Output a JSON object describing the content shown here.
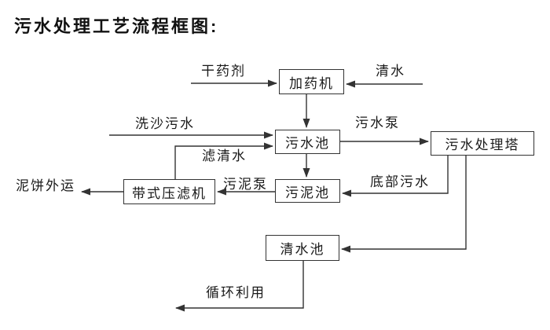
{
  "title": "污水处理工艺流程框图:",
  "diagram": {
    "type": "flowchart",
    "nodes": {
      "dosing_machine": "加药机",
      "sewage_pool": "污水池",
      "treatment_tower": "污水处理塔",
      "belt_filter_press": "带式压滤机",
      "sludge_pool": "污泥池",
      "clean_water_pool": "清水池"
    },
    "flow_labels": {
      "dry_agent": "干药剂",
      "clean_water": "清水",
      "sand_washing_sewage": "洗沙污水",
      "sewage_pump": "污水泵",
      "filtered_water": "滤清水",
      "sludge_pump": "污泥泵",
      "bottom_sewage": "底部污水",
      "mud_cake_out": "泥饼外运",
      "recycle_use": "循环利用"
    },
    "colors": {
      "line": "#333333",
      "box_border": "#333333",
      "text": "#1a1a1a",
      "background": "#ffffff"
    },
    "edges": [
      {
        "from": "dry_agent_source",
        "to": "dosing_machine",
        "label": "干药剂"
      },
      {
        "from": "clean_water_source",
        "to": "dosing_machine",
        "label": "清水"
      },
      {
        "from": "dosing_machine",
        "to": "sewage_pool",
        "label": ""
      },
      {
        "from": "sand_washing_source",
        "to": "sewage_pool",
        "label": "洗沙污水"
      },
      {
        "from": "belt_filter_press",
        "to": "sewage_pool",
        "label": "滤清水"
      },
      {
        "from": "sewage_pool",
        "to": "treatment_tower",
        "label": "污水泵"
      },
      {
        "from": "sewage_pool",
        "to": "sludge_pool",
        "label": ""
      },
      {
        "from": "treatment_tower",
        "to": "sludge_pool",
        "label": "底部污水"
      },
      {
        "from": "sludge_pool",
        "to": "belt_filter_press",
        "label": "污泥泵"
      },
      {
        "from": "belt_filter_press",
        "to": "mud_cake_out",
        "label": "泥饼外运"
      },
      {
        "from": "treatment_tower",
        "to": "clean_water_pool",
        "label": ""
      },
      {
        "from": "clean_water_pool",
        "to": "recycle_use",
        "label": "循环利用"
      }
    ]
  }
}
